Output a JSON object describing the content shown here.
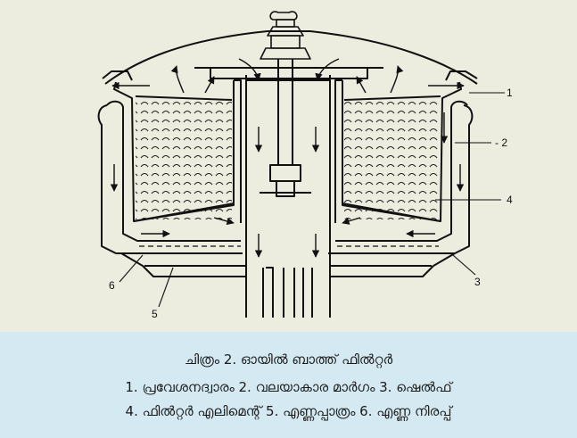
{
  "caption": {
    "title": "ചിത്രം 2. ഓയിൽ ബാത്ത് ഫിൽറ്റർ",
    "legend_line_1": "1. പ്രവേശനദ്വാരം 2. വലയാകാര മാർഗം 3. ഷെൽഫ്",
    "legend_line_2": "4. ഫിൽറ്റർ എലിമെന്റ് 5. എണ്ണപ്പാത്രം 6. എണ്ണ നിരപ്പ്"
  },
  "callouts": {
    "c1": "1",
    "c2": "- 2",
    "c3": "3",
    "c4": "4",
    "c5": "5",
    "c6": "6"
  },
  "colors": {
    "figure_background": "#ececdf",
    "caption_background": "#d4e9f2",
    "line": "#111111"
  }
}
